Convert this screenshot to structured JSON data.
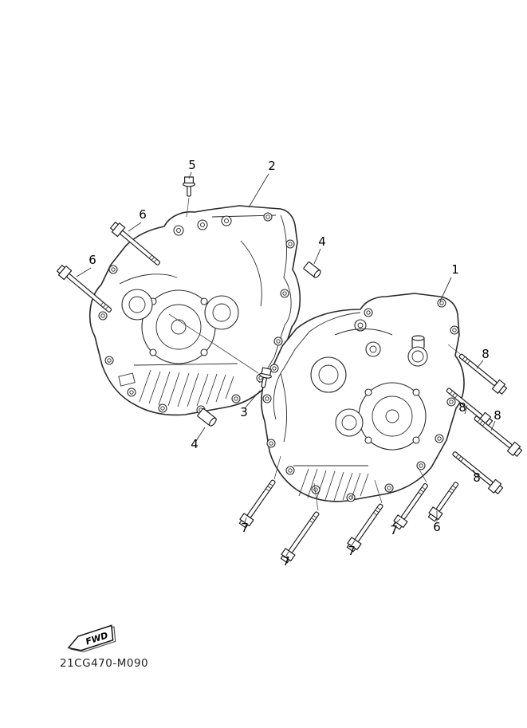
{
  "drawing": {
    "code": "21CG470-M090",
    "fwd_label": "FWD"
  },
  "callouts": [
    {
      "label": "5"
    },
    {
      "label": "2"
    },
    {
      "label": "6"
    },
    {
      "label": "6"
    },
    {
      "label": "4"
    },
    {
      "label": "1"
    },
    {
      "label": "8"
    },
    {
      "label": "8"
    },
    {
      "label": "8"
    },
    {
      "label": "3"
    },
    {
      "label": "4"
    },
    {
      "label": "8"
    },
    {
      "label": "6"
    },
    {
      "label": "7"
    },
    {
      "label": "7"
    },
    {
      "label": "7"
    },
    {
      "label": "7"
    }
  ]
}
